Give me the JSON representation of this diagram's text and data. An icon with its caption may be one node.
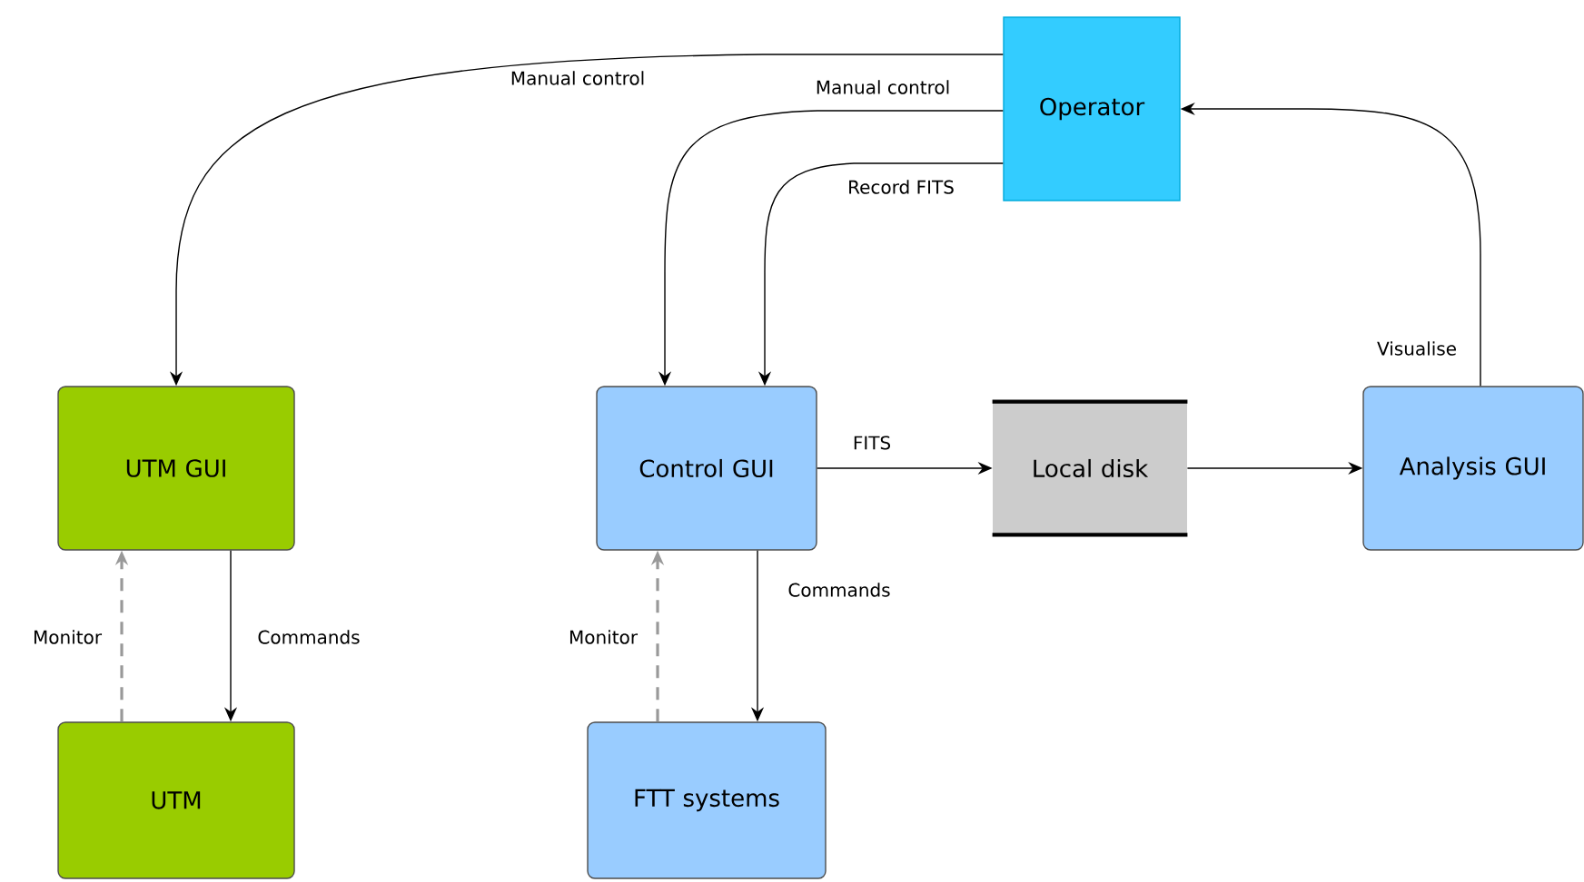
{
  "diagram": {
    "nodes": [
      {
        "text": [
          "Operator"
        ]
      },
      {
        "text": [
          "UTM GUI"
        ]
      },
      {
        "text": [
          "Control GUI"
        ]
      },
      {
        "text": [
          "Local disk"
        ]
      },
      {
        "text": [
          "Analysis GUI"
        ]
      },
      {
        "text": [
          "UTM"
        ]
      },
      {
        "text": [
          "FTT systems"
        ]
      }
    ],
    "edges": [
      {
        "from": 0,
        "to": 1,
        "arrow": "to",
        "label": "Manual control"
      },
      {
        "from": 0,
        "to": 2,
        "arrow": "to",
        "label": "Manual control"
      },
      {
        "from": 0,
        "to": 2,
        "arrow": "to",
        "label": "Record FITS"
      },
      {
        "from": 2,
        "to": 3,
        "arrow": "to",
        "label": "FITS"
      },
      {
        "from": 3,
        "to": 4,
        "arrow": "to"
      },
      {
        "from": 4,
        "to": 0,
        "arrow": "to",
        "label": "Visualise"
      },
      {
        "from": 1,
        "to": 5,
        "arrow": "to",
        "label": "Commands"
      },
      {
        "from": 5,
        "to": 1,
        "arrow": "to",
        "label": "Monitor",
        "style": "dashed",
        "color": "#999999"
      },
      {
        "from": 2,
        "to": 6,
        "arrow": "to",
        "label": "Commands"
      },
      {
        "from": 6,
        "to": 2,
        "arrow": "to",
        "label": "Monitor",
        "style": "dashed",
        "color": "#999999"
      }
    ]
  }
}
